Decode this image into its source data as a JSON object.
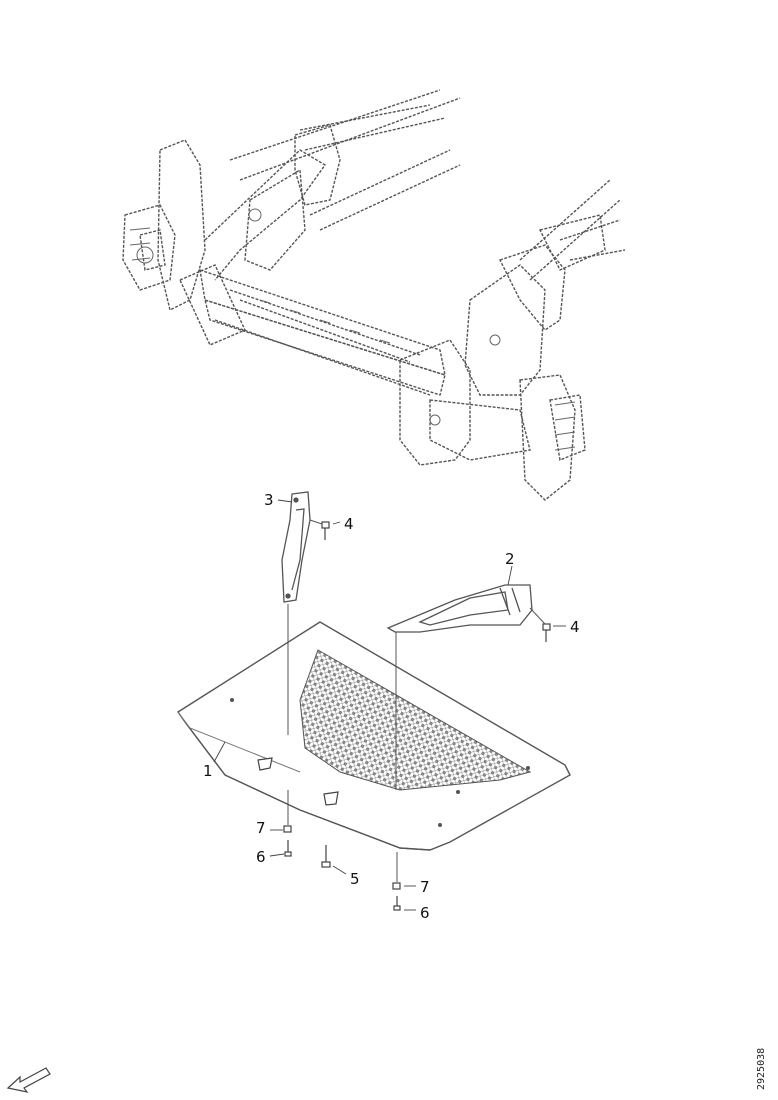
{
  "diagram": {
    "line_color": "#555555",
    "mesh_color": "#8a8a8a",
    "parts": [
      {
        "id": "p1",
        "label": "1",
        "name": "under-tray-shield"
      },
      {
        "id": "p2",
        "label": "2",
        "name": "right-bracket"
      },
      {
        "id": "p3",
        "label": "3",
        "name": "left-bracket"
      },
      {
        "id": "p4a",
        "label": "4",
        "name": "bolt-left-bracket"
      },
      {
        "id": "p4b",
        "label": "4",
        "name": "bolt-right-bracket"
      },
      {
        "id": "p5",
        "label": "5",
        "name": "center-bolt"
      },
      {
        "id": "p6a",
        "label": "6",
        "name": "screw-left"
      },
      {
        "id": "p6b",
        "label": "6",
        "name": "screw-right"
      },
      {
        "id": "p7a",
        "label": "7",
        "name": "clip-left"
      },
      {
        "id": "p7b",
        "label": "7",
        "name": "clip-right"
      }
    ],
    "reference_code": "2925038",
    "orientation_icon": "front-direction-arrow-icon"
  }
}
